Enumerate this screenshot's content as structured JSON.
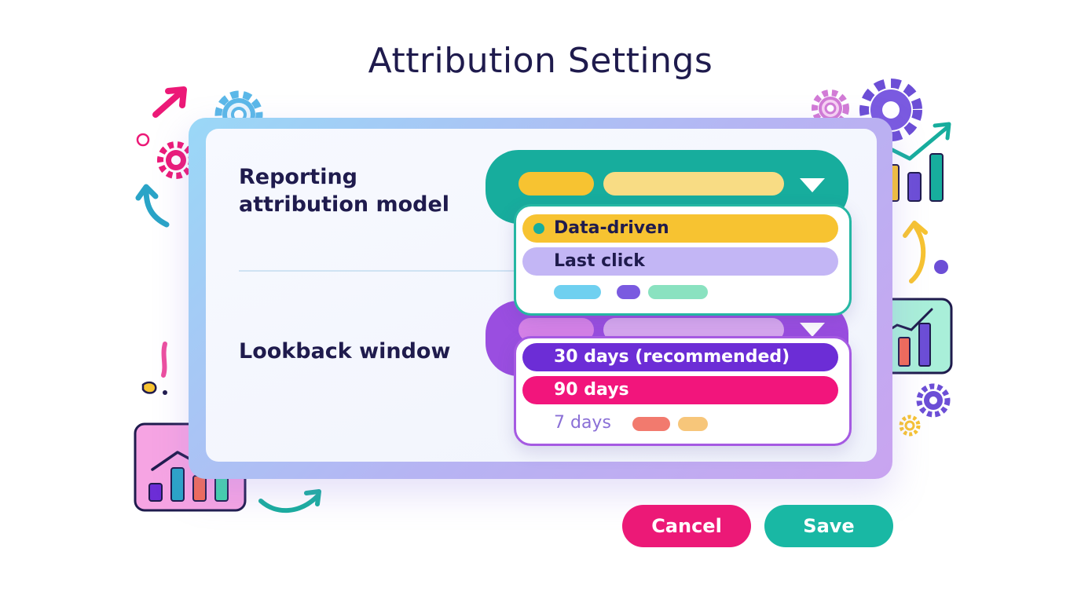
{
  "title": "Attribution Settings",
  "fields": {
    "model": {
      "label_line1": "Reporting",
      "label_line2": "attribution model",
      "options": [
        "Data-driven",
        "Last click"
      ],
      "selected": "Data-driven"
    },
    "window": {
      "label": "Lookback window",
      "options": [
        "30 days (recommended)",
        "90 days",
        "7 days"
      ],
      "selected": "30 days (recommended)"
    }
  },
  "buttons": {
    "cancel": "Cancel",
    "save": "Save"
  },
  "colors": {
    "teal": "#17ad9d",
    "purple": "#9a4ee0",
    "pink": "#ec1977",
    "yellow": "#f7c331",
    "lavender": "#c3b6f5",
    "deep_purple": "#6c2dd6",
    "navy": "#1f1b4d"
  },
  "icons": [
    "gear-icon",
    "arrow-icon",
    "bar-chart-icon",
    "trend-line-icon",
    "chevron-down-icon",
    "dot-icon"
  ]
}
